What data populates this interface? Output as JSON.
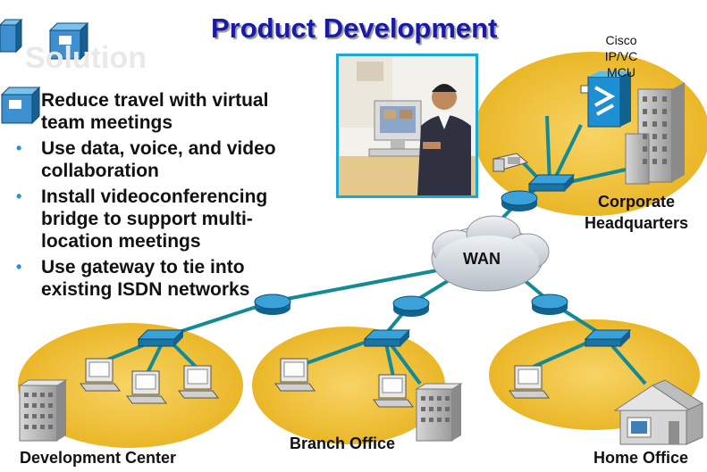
{
  "title": "Product Development",
  "solution_heading": "Solution",
  "bullets": [
    "Reduce travel with virtual team meetings",
    "Use data, voice, and video collaboration",
    "Install videoconferencing bridge to support multi-location meetings",
    "Use gateway to tie into existing ISDN networks"
  ],
  "labels": {
    "mcu": "Cisco IP/VC MCU",
    "wan": "WAN",
    "hq": "Corporate Headquarters",
    "dev": "Development Center",
    "branch": "Branch Office",
    "home": "Home Office"
  },
  "colors": {
    "title": "#1a1aa8",
    "site_ellipse": "#f2bf2a",
    "link": "#138a95",
    "router": "#1a82b8",
    "bullet": "#2f8fd6",
    "photo_border": "#18a9d6"
  },
  "icons": [
    "cube-icon",
    "router-icon",
    "switch-icon",
    "pc-icon",
    "phone-icon",
    "mcu-icon",
    "building-icon",
    "house-icon",
    "cloud-icon"
  ]
}
